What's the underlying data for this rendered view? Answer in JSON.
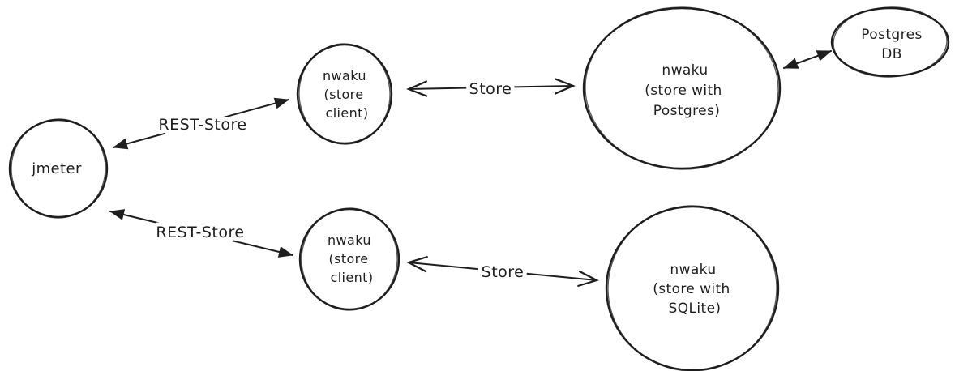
{
  "canvas": {
    "background": "#ffffff",
    "ink": "#1e1e1e",
    "label_halo": "#ffffff"
  },
  "nodes": {
    "jmeter": {
      "shape": "circle",
      "lines": [
        "jmeter"
      ]
    },
    "client_top": {
      "shape": "circle",
      "lines": [
        "nwaku",
        "(store",
        "client)"
      ]
    },
    "store_postgres": {
      "shape": "circle",
      "lines": [
        "nwaku",
        "(store with",
        "Postgres)"
      ]
    },
    "postgres_db": {
      "shape": "ellipse",
      "lines": [
        "Postgres",
        "DB"
      ]
    },
    "client_bottom": {
      "shape": "circle",
      "lines": [
        "nwaku",
        "(store",
        "client)"
      ]
    },
    "store_sqlite": {
      "shape": "circle",
      "lines": [
        "nwaku",
        "(store with",
        "SQLite)"
      ]
    }
  },
  "edges": {
    "rest_store_top": {
      "label": "REST-Store",
      "from": "jmeter",
      "to": "client_top",
      "direction": "both",
      "head": "solid"
    },
    "rest_store_bottom": {
      "label": "REST-Store",
      "from": "jmeter",
      "to": "client_bottom",
      "direction": "both",
      "head": "solid"
    },
    "store_top": {
      "label": "Store",
      "from": "client_top",
      "to": "store_postgres",
      "direction": "both",
      "head": "open"
    },
    "store_bottom": {
      "label": "Store",
      "from": "client_bottom",
      "to": "store_sqlite",
      "direction": "both",
      "head": "open"
    },
    "postgres_db_link": {
      "label": "",
      "from": "store_postgres",
      "to": "postgres_db",
      "direction": "both",
      "head": "solid"
    }
  }
}
